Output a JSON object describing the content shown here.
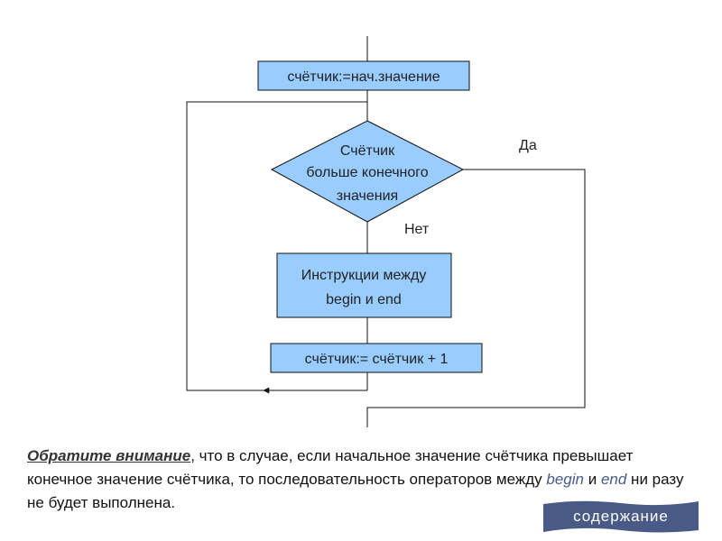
{
  "diagram": {
    "init_box": "счётчик:=нач.значение",
    "decision": [
      "Счётчик",
      "больше конечного",
      "значения"
    ],
    "yes_label": "Да",
    "no_label": "Нет",
    "body_box": [
      "Инструкции между",
      "begin и end"
    ],
    "increment_box": "счётчик:= счётчик + 1"
  },
  "note": {
    "emphasis": "Обратите внимание",
    "part1": ", что в случае, если начальное значение счётчика превышает конечное значение счётчика, то последовательность операторов между ",
    "kw_begin": "begin",
    "and_word": " и ",
    "kw_end": "end",
    "part2": " ни разу не будет выполнена."
  },
  "nav": {
    "contents_button": "содержание"
  },
  "colors": {
    "box_fill": "#99ccff",
    "button_fill": "#4a5a86"
  }
}
